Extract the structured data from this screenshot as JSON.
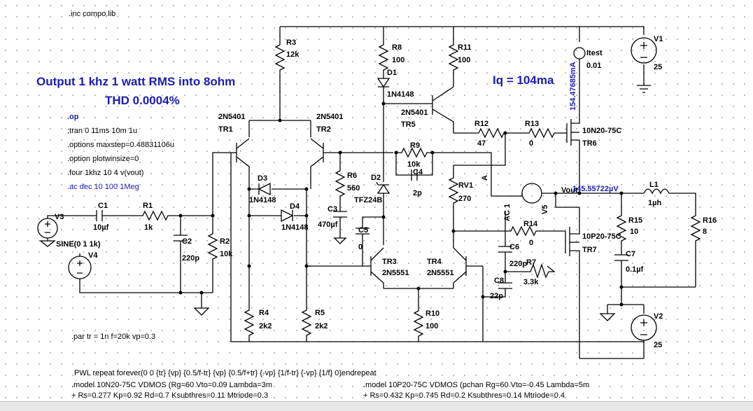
{
  "directives": {
    "include": ".inc compo.lib",
    "op": ".op",
    "tran": ";tran 0 11ms 10m 1u",
    "maxstep": ".options maxstep=0.48831106u",
    "plotwinsize": ".option plotwinsize=0",
    "four": ".four 1khz 10 4 v(vout)",
    "ac": ".ac dec 10 100 1Meg",
    "param": ".par tr = 1n f=20k vp=0.3",
    "pwl": "PWL repeat forever(0 0 {tr} {vp} {0.5/f-tr} {vp} {0.5/f+tr} {-vp} {1/f-tr} {-vp} {1/f} 0)endrepeat",
    "model_n1": ".model 10N20-75C VDMOS (Rg=60 Vto=0.09 Lambda=3m",
    "model_n2": "+ Rs=0.277 Kp=0.92 Rd=0.7 Ksubthres=0.11 Mtriode=0.3",
    "model_p1": ".model 10P20-75C VDMOS (pchan Rg=60 Vto=-0.45 Lambda=5m",
    "model_p2": "+ Rs=0.432 Kp=0.745 Rd=0.2 Ksubthres=0.14 Mtriode=0.4"
  },
  "annotations": {
    "output_line": "Output 1 khz 1 watt RMS into 8ohm",
    "thd_line": "THD 0.0004%",
    "iq": "Iq = 104ma"
  },
  "components": {
    "R3": {
      "name": "R3",
      "value": "12k"
    },
    "R8": {
      "name": "R8",
      "value": "100"
    },
    "R11": {
      "name": "R11",
      "value": "100"
    },
    "Itest": {
      "name": "Itest",
      "value": "0.01"
    },
    "Itest_probe": "154.47685mA",
    "V1": {
      "name": "V1",
      "value": "25"
    },
    "D1": {
      "name": "D1",
      "value": "1N4148"
    },
    "TR1": {
      "name": "TR1",
      "value": "2N5401"
    },
    "TR2": {
      "name": "TR2",
      "value": "2N5401"
    },
    "TR5": {
      "name": "TR5",
      "value": "2N5401"
    },
    "R12": {
      "name": "R12",
      "value": "47"
    },
    "R13": {
      "name": "R13",
      "value": "0"
    },
    "TR6": {
      "name": "TR6",
      "value": "10N20-75C"
    },
    "R9": {
      "name": "R9",
      "value": "10k"
    },
    "C4": {
      "name": "C4",
      "value": "2p"
    },
    "node_a": "A",
    "R6": {
      "name": "R6",
      "value": "560"
    },
    "D2": {
      "name": "D2",
      "value": "TFZ24B"
    },
    "D3": {
      "name": "D3",
      "value": "1N4148"
    },
    "D4": {
      "name": "D4",
      "value": "1N4148"
    },
    "RV1": {
      "name": "RV1",
      "value": "270"
    },
    "V5": {
      "name": "V5"
    },
    "vout_label": "Vout",
    "vout_probe": "145.55722µV",
    "L1": {
      "name": "L1",
      "value": "1µh"
    },
    "V3": {
      "name": "V3",
      "value": "SINE(0 1 1k)"
    },
    "C1": {
      "name": "C1",
      "value": "10µf"
    },
    "R1": {
      "name": "R1",
      "value": "1k"
    },
    "C3": {
      "name": "C3",
      "value": "470µf"
    },
    "C5": {
      "name": "C5",
      "value": "0"
    },
    "ac_label": "AC 1",
    "R14": {
      "name": "R14",
      "value": "0"
    },
    "R15": {
      "name": "R15",
      "value": "10"
    },
    "R16": {
      "name": "R16",
      "value": "8"
    },
    "C2": {
      "name": "C2",
      "value": "220p"
    },
    "R2": {
      "name": "R2",
      "value": "10k"
    },
    "V4": {
      "name": "V4"
    },
    "TR7": {
      "name": "TR7",
      "value": "10P20-75C"
    },
    "C7": {
      "name": "C7",
      "value": "0.1µf"
    },
    "TR3": {
      "name": "TR3",
      "value": "2N5551"
    },
    "TR4": {
      "name": "TR4",
      "value": "2N5551"
    },
    "C6": {
      "name": "C6",
      "value": "220p"
    },
    "R7": {
      "name": "R7",
      "value": "3.3k"
    },
    "C8": {
      "name": "C8",
      "value": "22p"
    },
    "R4": {
      "name": "R4",
      "value": "2k2"
    },
    "R5": {
      "name": "R5",
      "value": "2k2"
    },
    "R10": {
      "name": "R10",
      "value": "100"
    },
    "V2": {
      "name": "V2",
      "value": "25"
    }
  }
}
